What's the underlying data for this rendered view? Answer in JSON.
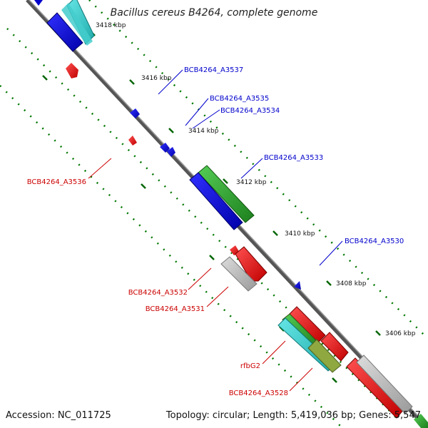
{
  "title": "Bacillus cereus B4264, complete genome",
  "footer": {
    "accession": "Accession: NC_011725",
    "topology": "Topology: circular; Length: 5,419,036 bp; Genes: 5,547"
  },
  "ticks": [
    "3418 kbp",
    "3416 kbp",
    "3414 kbp",
    "3412 kbp",
    "3410 kbp",
    "3408 kbp",
    "3406 kbp"
  ],
  "labels": {
    "a3537": "BCB4264_A3537",
    "a3535": "BCB4264_A3535",
    "a3534": "BCB4264_A3534",
    "a3533": "BCB4264_A3533",
    "a3530": "BCB4264_A3530",
    "a3536": "BCB4264_A3536",
    "a3532": "BCB4264_A3532",
    "a3531": "BCB4264_A3531",
    "rfbg2": "rfbG2",
    "a3528": "BCB4264_A3528"
  },
  "colors": {
    "forward": "#0000dd",
    "reverse": "#dd0000",
    "cds_cyan": "#33cccc",
    "cds_green": "#33aa33",
    "gray": "#bbbbbb",
    "tick_green": "#006600",
    "backbone": "#666666"
  }
}
